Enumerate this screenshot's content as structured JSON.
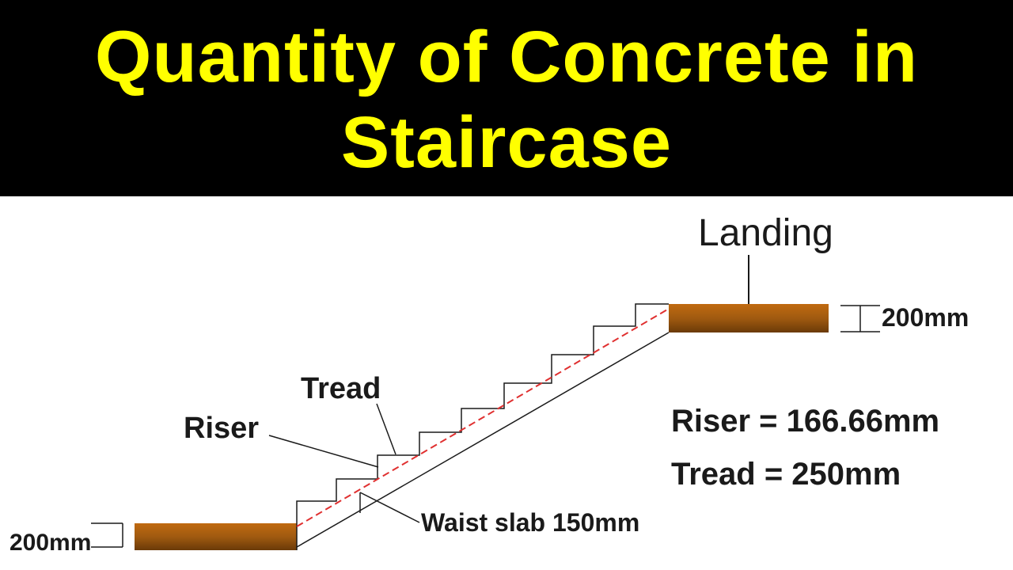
{
  "title": {
    "line1": "Quantity of Concrete in",
    "line2": "Staircase"
  },
  "labels": {
    "landing": "Landing",
    "top_thickness": "200mm",
    "bottom_thickness": "200mm",
    "tread": "Tread",
    "riser": "Riser",
    "waist_slab": "Waist slab 150mm",
    "riser_value": "Riser = 166.66mm",
    "tread_value": "Tread = 250mm"
  },
  "colors": {
    "title_text": "#ffff00",
    "banner_bg": "#000000",
    "slab": "#a05a10",
    "centerline": "#e03030",
    "lines": "#1a1a1a"
  }
}
